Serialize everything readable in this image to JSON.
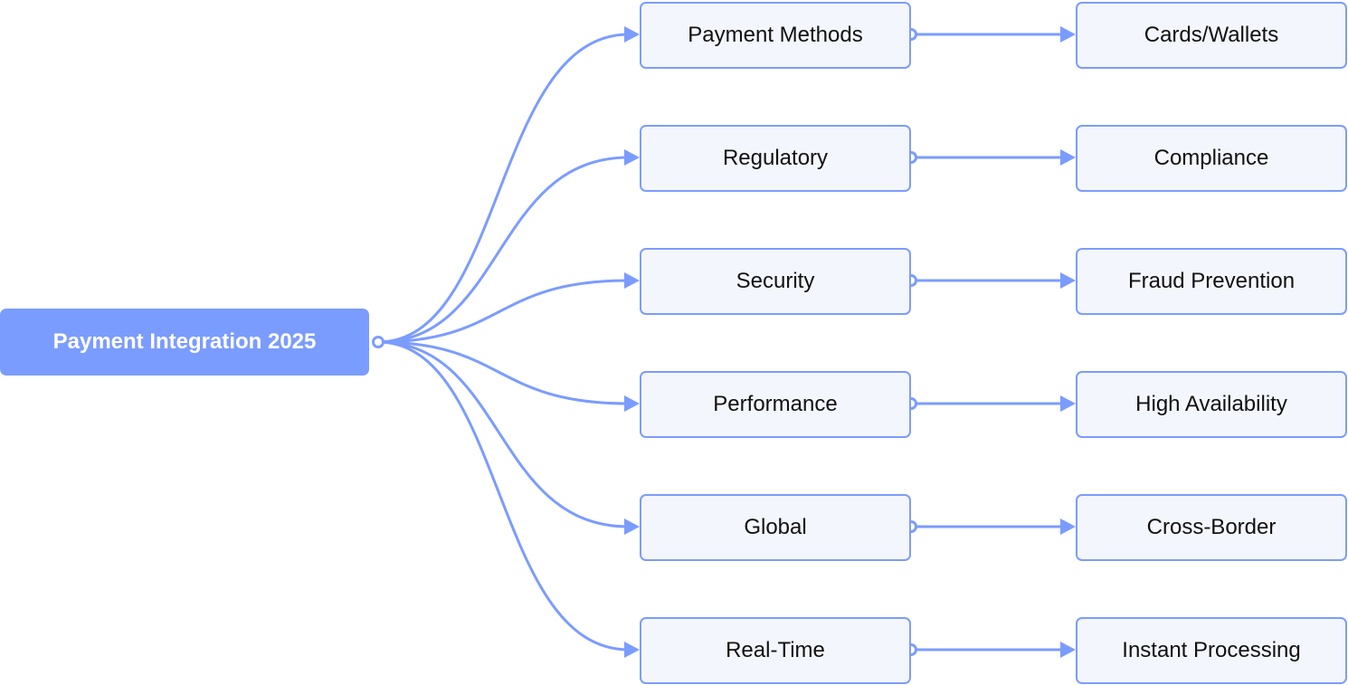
{
  "colors": {
    "accent": "#7b9cff",
    "node_fill": "#f4f6fd",
    "text": "#111111",
    "root_text": "#ffffff"
  },
  "root": {
    "label": "Payment Integration 2025"
  },
  "branches": [
    {
      "label": "Payment Methods",
      "child": "Cards/Wallets"
    },
    {
      "label": "Regulatory",
      "child": "Compliance"
    },
    {
      "label": "Security",
      "child": "Fraud Prevention"
    },
    {
      "label": "Performance",
      "child": "High Availability"
    },
    {
      "label": "Global",
      "child": "Cross-Border"
    },
    {
      "label": "Real-Time",
      "child": "Instant Processing"
    }
  ]
}
